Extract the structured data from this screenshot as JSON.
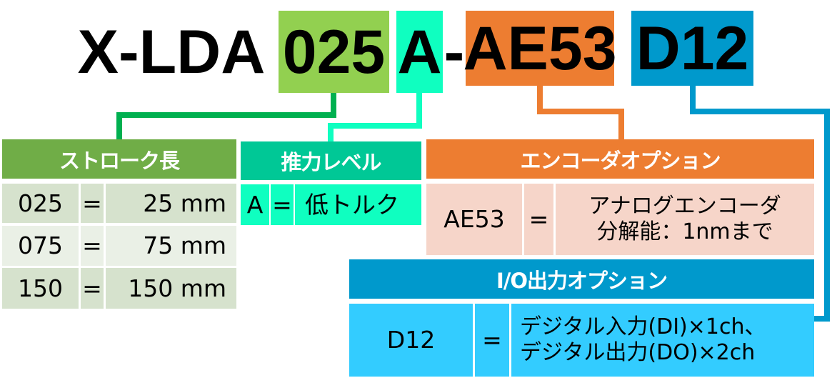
{
  "model": {
    "prefix": "X-LDA",
    "stroke_code": "025",
    "thrust_code": "A",
    "dash": "-",
    "encoder_code": "AE53",
    "io_code": "D12"
  },
  "colors": {
    "stroke": "#92d050",
    "stroke_header": "#70ad47",
    "thrust": "#0fffc0",
    "thrust_header": "#00c896",
    "encoder": "#ed7d31",
    "encoder_row": "#f6d5c9",
    "io": "#0099cc",
    "io_row": "#33ccff"
  },
  "stroke_table": {
    "header": "ストローク長",
    "rows": [
      {
        "code": "025",
        "eq": "=",
        "value": "25 mm"
      },
      {
        "code": "075",
        "eq": "=",
        "value": "75 mm"
      },
      {
        "code": "150",
        "eq": "=",
        "value": "150 mm"
      }
    ]
  },
  "thrust_table": {
    "header": "推力レベル",
    "rows": [
      {
        "code": "A",
        "eq": "=",
        "value": "低トルク"
      }
    ]
  },
  "encoder_table": {
    "header": "エンコーダオプション",
    "rows": [
      {
        "code": "AE53",
        "eq": "=",
        "value_line1": "アナログエンコーダ",
        "value_line2": "分解能：1nmまで"
      }
    ]
  },
  "io_table": {
    "header": "I/O出力オプション",
    "rows": [
      {
        "code": "D12",
        "eq": "=",
        "value_line1": "デジタル入力(DI)×1ch、",
        "value_line2": "デジタル出力(DO)×2ch"
      }
    ]
  }
}
